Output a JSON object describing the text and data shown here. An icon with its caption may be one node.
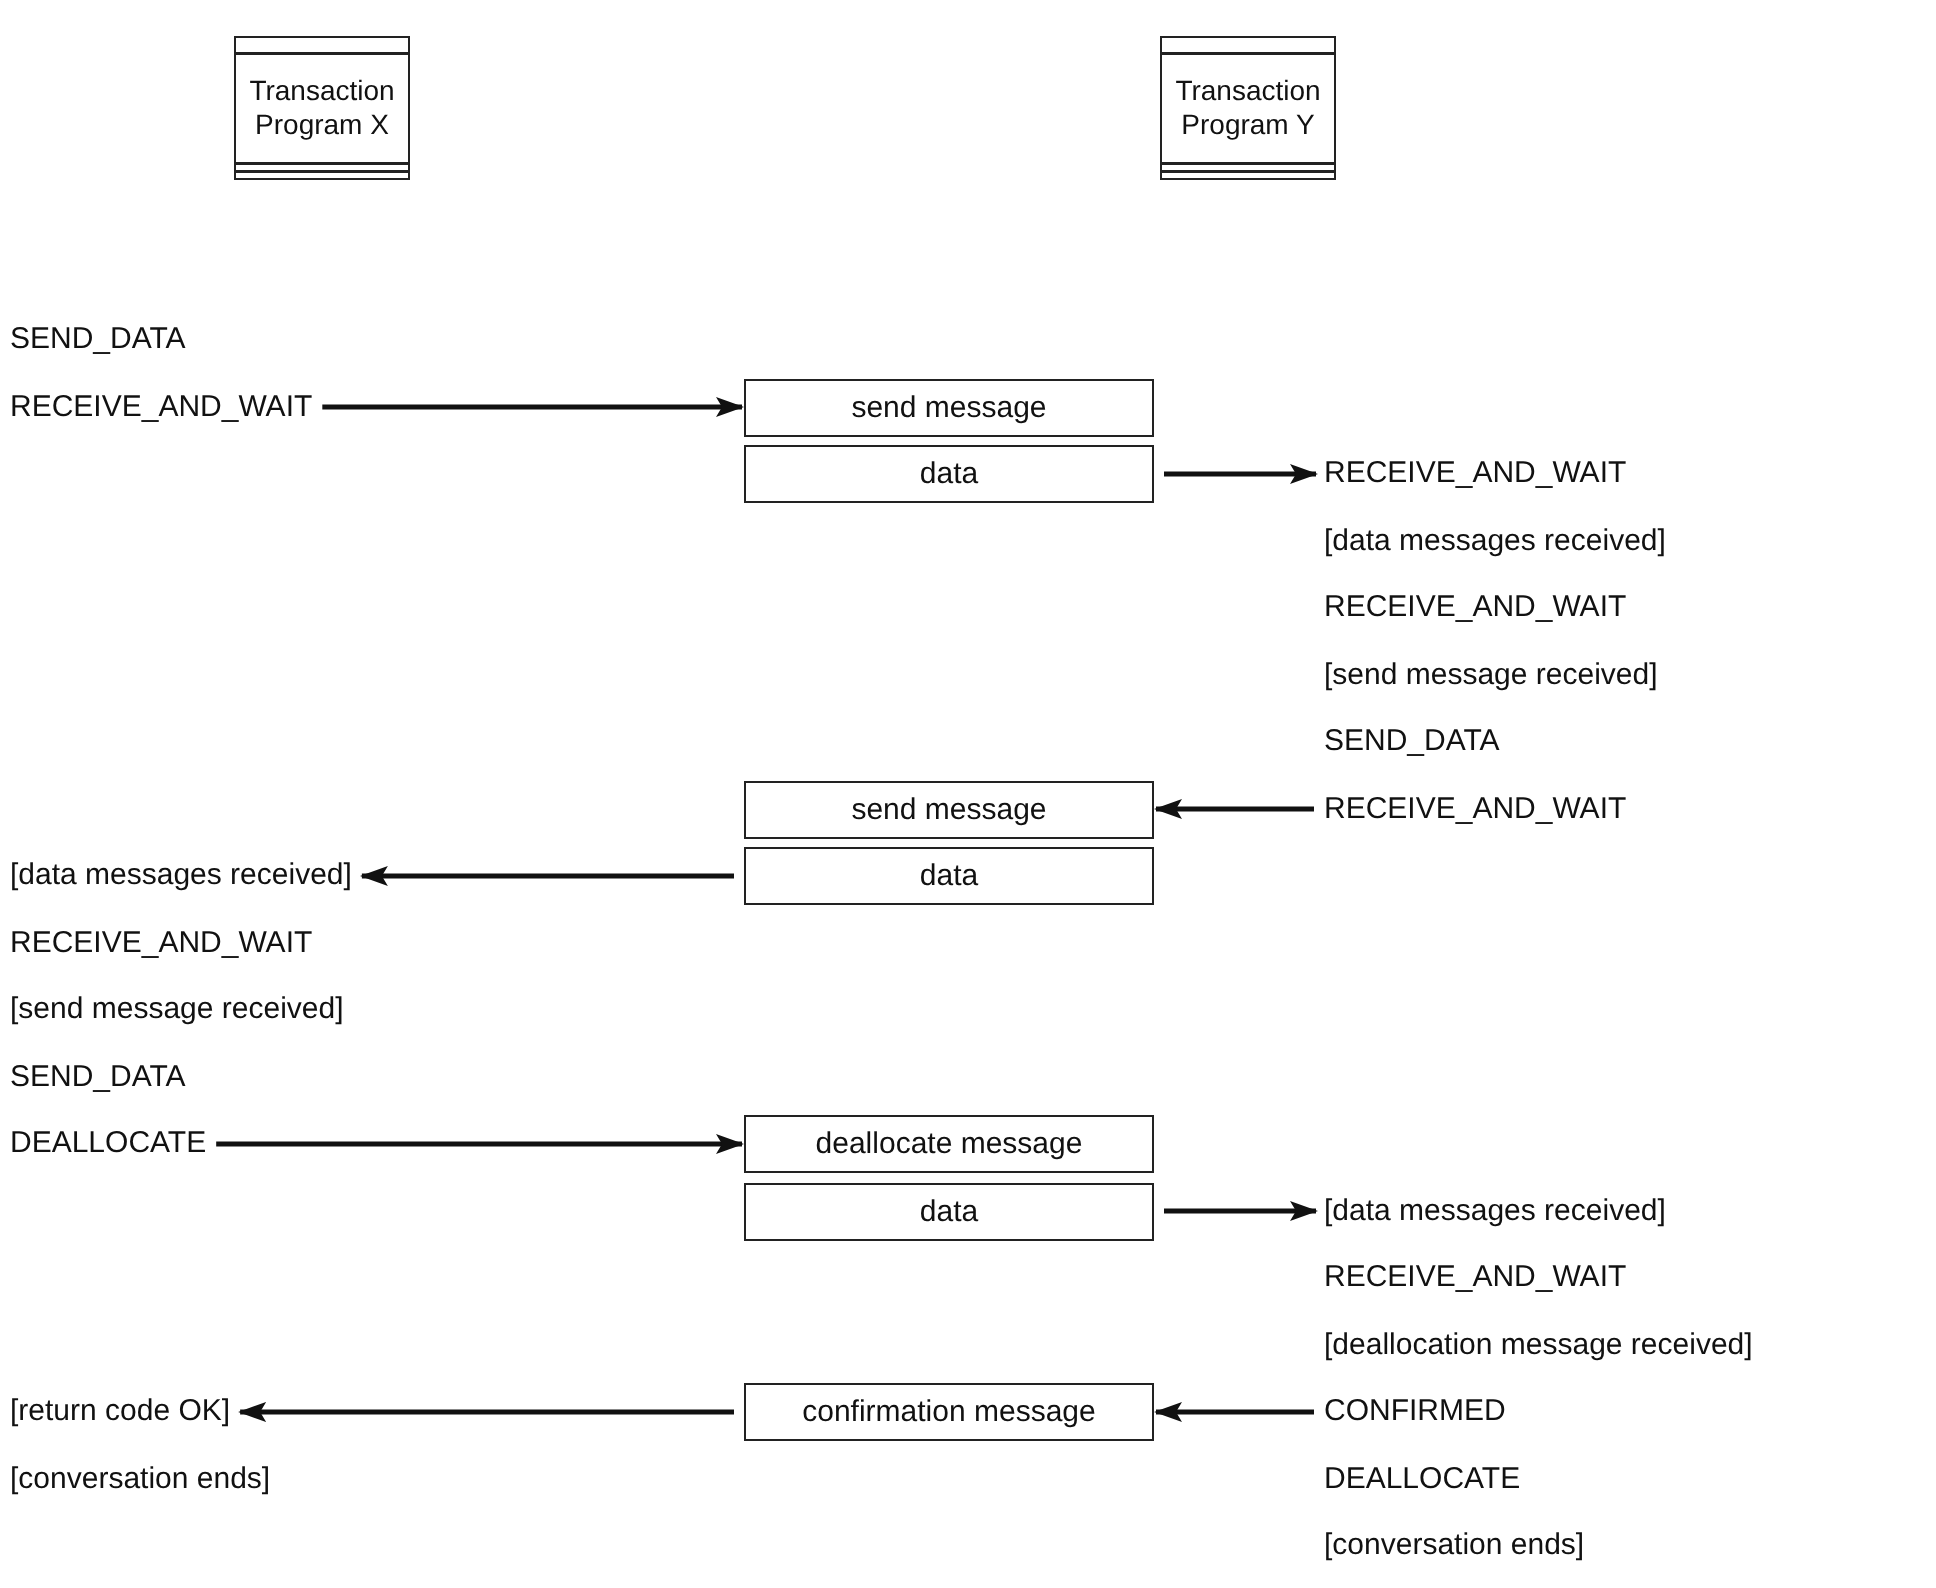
{
  "diagram": {
    "nodes": [
      {
        "text": [
          "Transaction Program X"
        ]
      },
      {
        "text": [
          "Transaction Program Y"
        ]
      },
      {
        "text": [
          "RECEIVE_AND_WAIT"
        ]
      },
      {
        "text": [
          "send message"
        ]
      },
      {
        "text": [
          "data"
        ]
      },
      {
        "text": [
          "RECEIVE_AND_WAIT"
        ]
      },
      {
        "text": [
          "send message"
        ]
      },
      {
        "text": [
          "RECEIVE_AND_WAIT"
        ]
      },
      {
        "text": [
          "[data messages received]"
        ]
      },
      {
        "text": [
          "data"
        ]
      },
      {
        "text": [
          "DEALLOCATE"
        ]
      },
      {
        "text": [
          "deallocate message"
        ]
      },
      {
        "text": [
          "data"
        ]
      },
      {
        "text": [
          "[data messages received]"
        ]
      },
      {
        "text": [
          "[return code OK]"
        ]
      },
      {
        "text": [
          "confirmation message"
        ]
      },
      {
        "text": [
          "CONFIRMED"
        ]
      }
    ],
    "edges": [
      {
        "from": 2,
        "to": 3,
        "arrow": "to"
      },
      {
        "from": 4,
        "to": 5,
        "arrow": "to"
      },
      {
        "from": 7,
        "to": 6,
        "arrow": "to"
      },
      {
        "from": 9,
        "to": 8,
        "arrow": "to"
      },
      {
        "from": 10,
        "to": 11,
        "arrow": "to"
      },
      {
        "from": 12,
        "to": 13,
        "arrow": "to"
      },
      {
        "from": 16,
        "to": 15,
        "arrow": "to"
      },
      {
        "from": 15,
        "to": 14,
        "arrow": "to"
      }
    ],
    "labels": [
      "SEND_DATA",
      "[data messages received]",
      "RECEIVE_AND_WAIT",
      "[send message received]",
      "SEND_DATA",
      "RECEIVE_AND_WAIT",
      "[send message received]",
      "SEND_DATA",
      "RECEIVE_AND_WAIT",
      "[deallocation message received]",
      "[conversation ends]",
      "DEALLOCATE",
      "[conversation ends]"
    ]
  }
}
